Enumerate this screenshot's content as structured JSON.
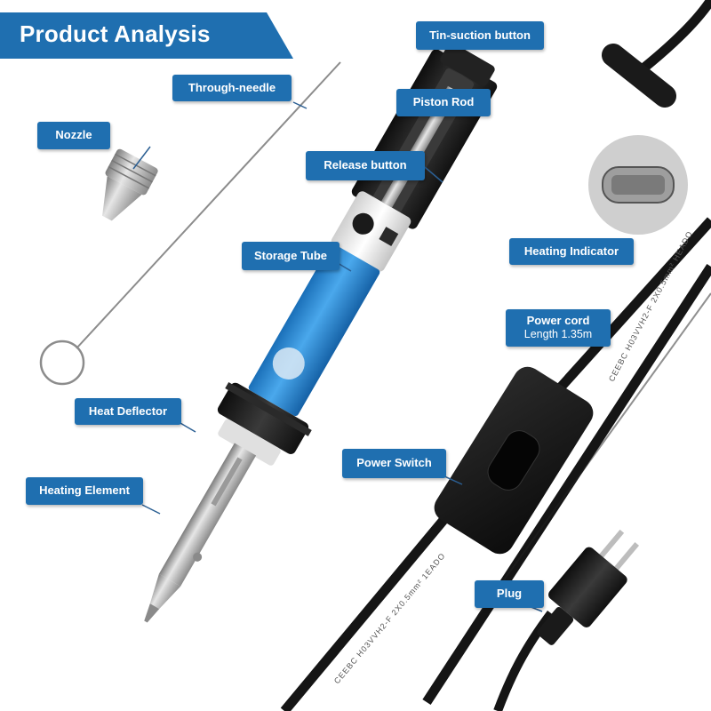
{
  "title": "Product Analysis",
  "colors": {
    "label_bg": "#1f6fb0",
    "label_text": "#ffffff",
    "tube_blue": "#2f8fd8",
    "body_black": "#1b1b1b",
    "metal": "#b8b8b8",
    "background": "#ffffff"
  },
  "labels": {
    "tin_suction_button": "Tin-suction button",
    "through_needle": "Through-needle",
    "piston_rod": "Piston Rod",
    "nozzle": "Nozzle",
    "release_button": "Release button",
    "heating_indicator": "Heating Indicator",
    "storage_tube": "Storage Tube",
    "power_cord": "Power cord",
    "power_cord_length": "Length 1.35m",
    "heat_deflector": "Heat Deflector",
    "power_switch": "Power Switch",
    "heating_element": "Heating Element",
    "plug": "Plug"
  },
  "cord_print": {
    "lower": "CEEBC H03VVH2-F 2X0.5mm² 1EADO",
    "upper": "CEEBC H03VVH2-F 2X0.5mm² HEADO"
  }
}
